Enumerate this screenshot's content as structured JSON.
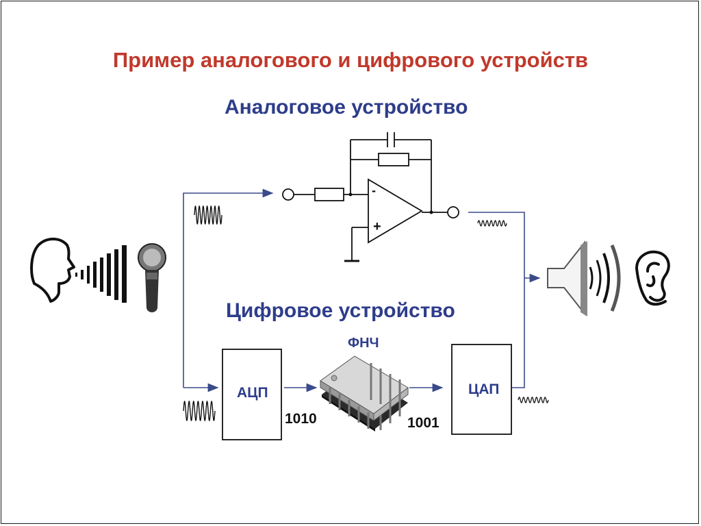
{
  "title": "Пример аналогового и цифрового устройств",
  "analog": {
    "heading": "Аналоговое устройство",
    "opamp_minus": "-",
    "opamp_plus": "+"
  },
  "digital": {
    "heading": "Цифровое устройство",
    "adc_label": "АЦП",
    "filter_label": "ФНЧ",
    "dac_label": "ЦАП",
    "code_in": "1010",
    "code_out": "1001"
  },
  "colors": {
    "title": "#c0392b",
    "heading": "#2e3d8a",
    "line": "#3a4a8a"
  }
}
